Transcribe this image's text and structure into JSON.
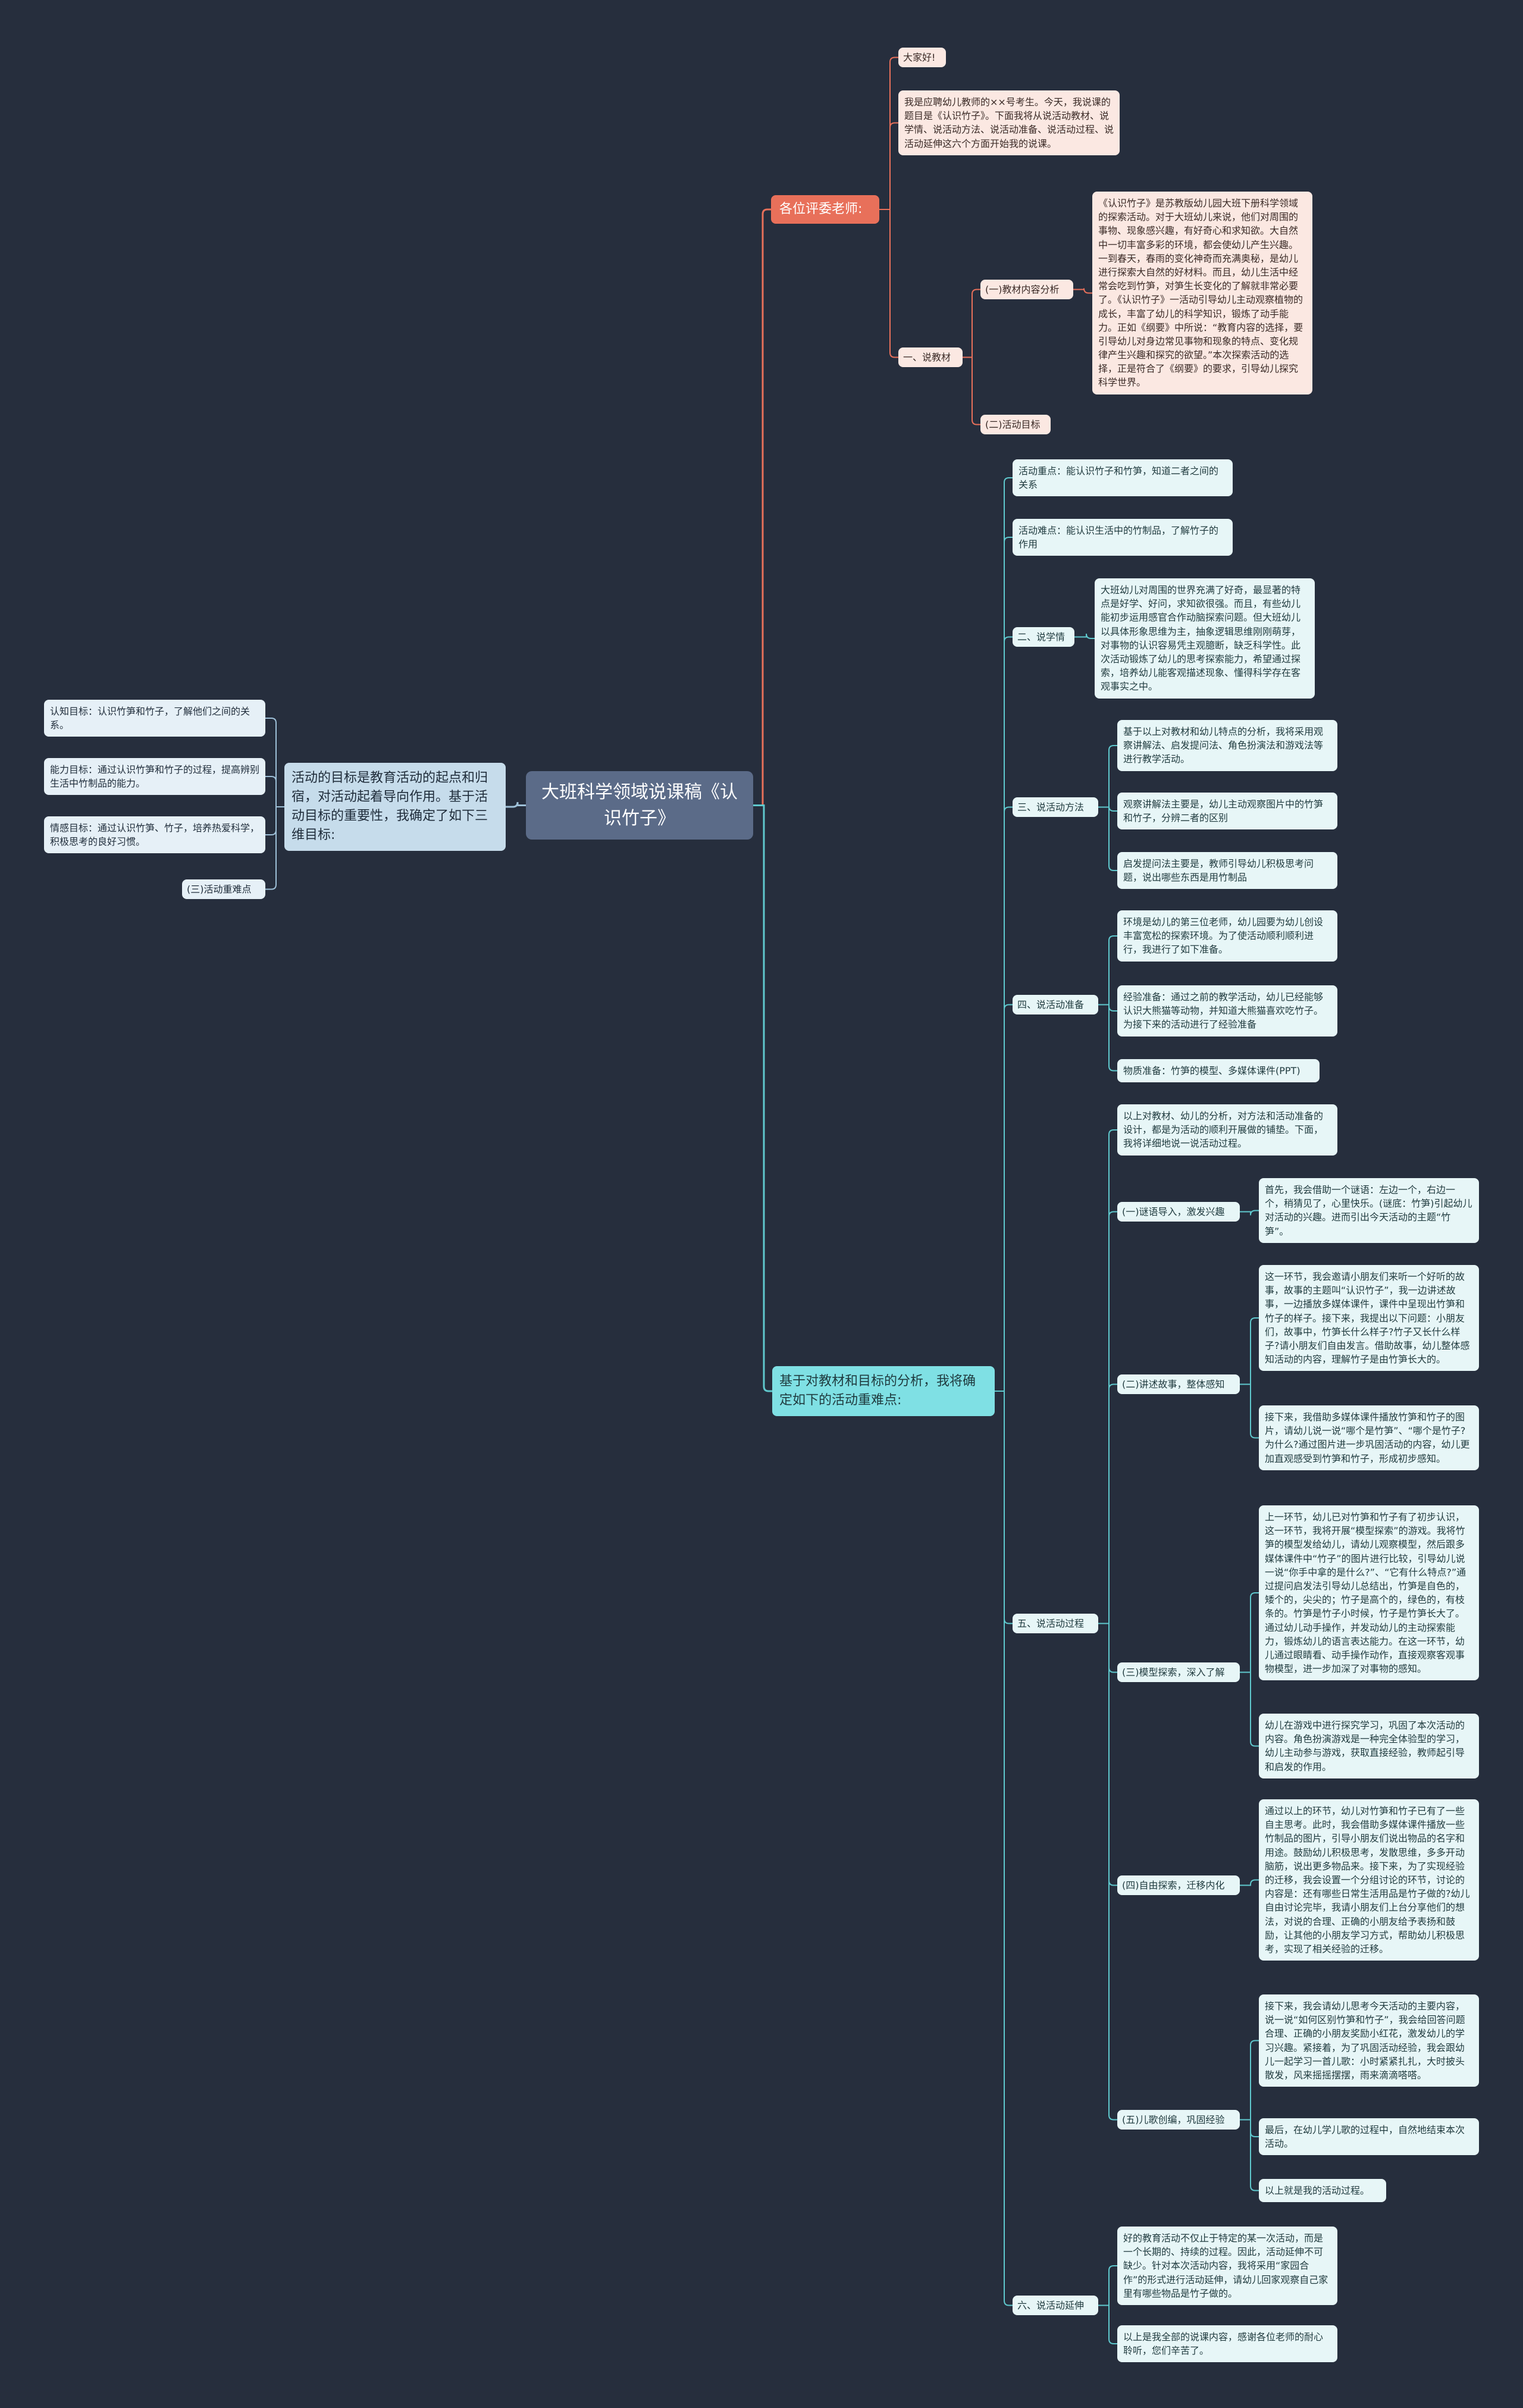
{
  "colors": {
    "background": "#262e3d",
    "line_orange": "#e8705a",
    "line_teal": "#5fc8cd",
    "line_blue": "#9ec0d8",
    "root": "#5b6b88"
  },
  "root": {
    "title": "大班科学领域说课稿《认识竹子》"
  },
  "branch_orange": {
    "label": "各位评委老师:",
    "greeting": "大家好!",
    "intro": "我是应聘幼儿教师的××号考生。今天，我说课的题目是《认识竹子》。下面我将从说活动教材、说学情、说活动方法、说活动准备、说活动过程、说活动延伸这六个方面开始我的说课。",
    "section1": {
      "label": "一、说教材",
      "sub1_label": "(一)教材内容分析",
      "sub1_text": "《认识竹子》是苏教版幼儿园大班下册科学领域的探索活动。对于大班幼儿来说，他们对周围的事物、现象感兴趣，有好奇心和求知欲。大自然中一切丰富多彩的环境，都会使幼儿产生兴趣。一到春天，春雨的变化神奇而充满奥秘，是幼儿进行探索大自然的好材料。而且，幼儿生活中经常会吃到竹笋，对笋生长变化的了解就非常必要了。《认识竹子》一活动引导幼儿主动观察植物的成长，丰富了幼儿的科学知识，锻炼了动手能力。正如《纲要》中所说：“教育内容的选择，要引导幼儿对身边常见事物和现象的特点、变化规律产生兴趣和探究的欲望。”本次探索活动的选择，正是符合了《纲要》的要求，引导幼儿探究科学世界。",
      "sub2_label": "(二)活动目标"
    }
  },
  "branch_teal": {
    "label": "基于对教材和目标的分析，我将确定如下的活动重难点:",
    "key_point": "活动重点：能认识竹子和竹笋，知道二者之间的关系",
    "difficult_point": "活动难点：能认识生活中的竹制品，了解竹子的作用",
    "section2": {
      "label": "二、说学情",
      "text": "大班幼儿对周围的世界充满了好奇，最显著的特点是好学、好问，求知欲很强。而且，有些幼儿能初步运用感官合作动脑探索问题。但大班幼儿以具体形象思维为主，抽象逻辑思维刚刚萌芽，对事物的认识容易凭主观臆断，缺乏科学性。此次活动锻炼了幼儿的思考探索能力，希望通过探索，培养幼儿能客观描述现象、懂得科学存在客观事实之中。"
    },
    "section3": {
      "label": "三、说活动方法",
      "items": [
        "基于以上对教材和幼儿特点的分析，我将采用观察讲解法、启发提问法、角色扮演法和游戏法等进行教学活动。",
        "观察讲解法主要是，幼儿主动观察图片中的竹笋和竹子，分辨二者的区别",
        "启发提问法主要是，教师引导幼儿积极思考问题，说出哪些东西是用竹制品"
      ]
    },
    "section4": {
      "label": "四、说活动准备",
      "items": [
        "环境是幼儿的第三位老师，幼儿园要为幼儿创设丰富宽松的探索环境。为了使活动顺利顺利进行，我进行了如下准备。",
        "经验准备：通过之前的教学活动，幼儿已经能够认识大熊猫等动物，并知道大熊猫喜欢吃竹子。为接下来的活动进行了经验准备",
        "物质准备：竹笋的模型、多媒体课件(PPT)"
      ]
    },
    "section5": {
      "label": "五、说活动过程",
      "intro": "以上对教材、幼儿的分析，对方法和活动准备的设计，都是为活动的顺利开展做的铺垫。下面，我将详细地说一说活动过程。",
      "steps": [
        {
          "label": "(一)谜语导入，激发兴趣",
          "items": [
            "首先，我会借助一个谜语：左边一个，右边一个，稍猜见了，心里快乐。(谜底：竹笋)引起幼儿对活动的兴趣。进而引出今天活动的主题“竹笋”。"
          ]
        },
        {
          "label": "(二)讲述故事，整体感知",
          "items": [
            "这一环节，我会邀请小朋友们来听一个好听的故事，故事的主题叫“认识竹子”，我一边讲述故事，一边播放多媒体课件，课件中呈现出竹笋和竹子的样子。接下来，我提出以下问题：小朋友们，故事中，竹笋长什么样子?竹子又长什么样子?请小朋友们自由发言。借助故事，幼儿整体感知活动的内容，理解竹子是由竹笋长大的。",
            "接下来，我借助多媒体课件播放竹笋和竹子的图片，请幼儿说一说“哪个是竹笋”、“哪个是竹子?为什么?通过图片进一步巩固活动的内容，幼儿更加直观感受到竹笋和竹子，形成初步感知。"
          ]
        },
        {
          "label": "(三)模型探索，深入了解",
          "items": [
            "上一环节，幼儿已对竹笋和竹子有了初步认识，这一环节，我将开展“模型探索”的游戏。我将竹笋的模型发给幼儿，请幼儿观察模型，然后跟多媒体课件中“竹子”的图片进行比较，引导幼儿说一说“你手中拿的是什么?”、“它有什么特点?”通过提问启发法引导幼儿总结出，竹笋是自色的，矮个的，尖尖的；竹子是高个的，绿色的，有枝条的。竹笋是竹子小时候，竹子是竹笋长大了。通过幼儿动手操作，并发动幼儿的主动探索能力，锻炼幼儿的语言表达能力。在这一环节，幼儿通过眼睛看、动手操作动作，直接观察客观事物模型，进一步加深了对事物的感知。",
            "幼儿在游戏中进行探究学习，巩固了本次活动的内容。角色扮演游戏是一种完全体验型的学习，幼儿主动参与游戏，获取直接经验，教师起引导和启发的作用。"
          ]
        },
        {
          "label": "(四)自由探索，迁移内化",
          "items": [
            "通过以上的环节，幼儿对竹笋和竹子已有了一些自主思考。此时，我会借助多媒体课件播放一些竹制品的图片，引导小朋友们说出物品的名字和用途。鼓励幼儿积极思考，发散思维，多多开动脑筋，说出更多物品来。接下来，为了实现经验的迁移，我会设置一个分组讨论的环节，讨论的内容是：还有哪些日常生活用品是竹子做的?幼儿自由讨论完毕，我请小朋友们上台分享他们的想法，对说的合理、正确的小朋友给予表扬和鼓励，让其他的小朋友学习方式，帮助幼儿积极思考，实现了相关经验的迁移。"
          ]
        },
        {
          "label": "(五)儿歌创编，巩固经验",
          "items": [
            "接下来，我会请幼儿思考今天活动的主要内容，说一说“如何区别竹笋和竹子”，我会给回答问题合理、正确的小朋友奖励小红花，激发幼儿的学习兴趣。紧接着，为了巩固活动经验，我会跟幼儿一起学习一首儿歌：小时紧紧扎扎，大时披头散发，风来摇摇摆摆，雨来滴滴嗒嗒。",
            "最后，在幼儿学儿歌的过程中，自然地结束本次活动。",
            "以上就是我的活动过程。"
          ]
        }
      ]
    },
    "section6": {
      "label": "六、说活动延伸",
      "items": [
        "好的教育活动不仅止于特定的某一次活动，而是一个长期的、持续的过程。因此，活动延伸不可缺少。针对本次活动内容，我将采用“家园合作”的形式进行活动延伸，请幼儿回家观察自己家里有哪些物品是竹子做的。",
        "以上是我全部的说课内容，感谢各位老师的耐心聆听，您们辛苦了。"
      ]
    }
  },
  "branch_left": {
    "label": "活动的目标是教育活动的起点和归宿，对活动起着导向作用。基于活动目标的重要性，我确定了如下三维目标:",
    "goals": [
      "认知目标：认识竹笋和竹子，了解他们之间的关系。",
      "能力目标：通过认识竹笋和竹子的过程，提高辨别生活中竹制品的能力。",
      "情感目标：通过认识竹笋、竹子，培养热爱科学，积极思考的良好习惯。"
    ],
    "tail_label": "(三)活动重难点"
  }
}
